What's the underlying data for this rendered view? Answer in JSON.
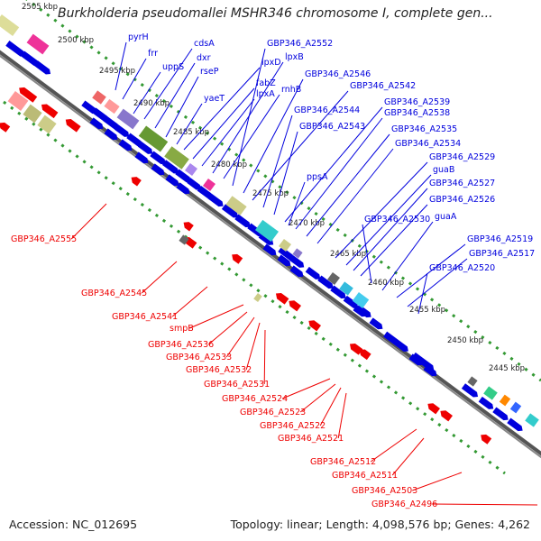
{
  "title": "Burkholderia pseudomallei MSHR346 chromosome I, complete gen...",
  "footer": {
    "accession": "Accession: NC_012695",
    "summary": "Topology: linear; Length: 4,098,576 bp; Genes: 4,262"
  },
  "colors": {
    "forward": "#0000dd",
    "reverse": "#ee0000",
    "track_dots": "#339933",
    "backbone": "#888888"
  },
  "kbp_ticks": [
    "2505 kbp",
    "2500 kbp",
    "2495 kbp",
    "2490 kbp",
    "2485 kbp",
    "2480 kbp",
    "2475 kbp",
    "2470 kbp",
    "2465 kbp",
    "2460 kbp",
    "2455 kbp",
    "2450 kbp",
    "2445 kbp"
  ],
  "forward_labels": [
    "pyrH",
    "frr",
    "uppS",
    "cdsA",
    "dxr",
    "rseP",
    "yaeT",
    "lpxD",
    "fabZ",
    "lpxA",
    "lpxB",
    "rnhB",
    "GBP346_A2552",
    "GBP346_A2546",
    "GBP346_A2542",
    "GBP346_A2544",
    "GBP346_A2543",
    "GBP346_A2539",
    "GBP346_A2538",
    "GBP346_A2535",
    "GBP346_A2534",
    "ppsA",
    "GBP346_A2529",
    "guaB",
    "GBP346_A2527",
    "GBP346_A2526",
    "GBP346_A2530",
    "guaA",
    "GBP346_A2519",
    "GBP346_A2517",
    "GBP346_A2520"
  ],
  "reverse_labels": [
    "GBP346_A2555",
    "GBP346_A2545",
    "GBP346_A2541",
    "smpB",
    "GBP346_A2536",
    "GBP346_A2533",
    "GBP346_A2532",
    "GBP346_A2531",
    "GBP346_A2524",
    "GBP346_A2523",
    "GBP346_A2522",
    "GBP346_A2521",
    "GBP346_A2512",
    "GBP346_A2511",
    "GBP346_A2503",
    "GBP346_A2496"
  ]
}
